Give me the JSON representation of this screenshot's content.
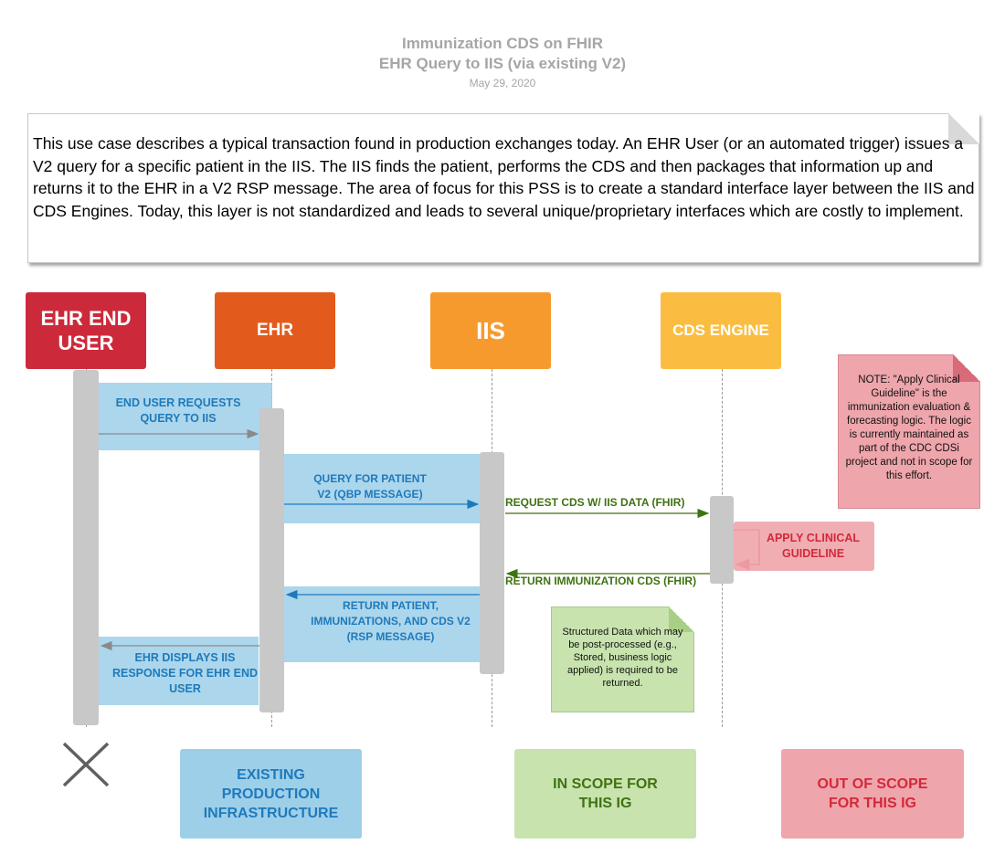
{
  "header": {
    "title": "Immunization CDS on FHIR",
    "subtitle": "EHR Query to IIS (via existing V2)",
    "date": "May 29, 2020"
  },
  "intro": {
    "text": "This use case describes a typical transaction found in production exchanges today. An EHR User (or an automated trigger) issues a V2 query for a specific patient in the IIS.  The IIS finds the patient, performs the CDS and then packages that information up and returns it to the EHR in a V2 RSP message.  The area of focus for this PSS is to create a standard interface layer between the IIS and CDS Engines. Today, this layer is not standardized and leads to several unique/proprietary interfaces which are costly to implement."
  },
  "actors": {
    "ehr_end_user": {
      "label": "EHR END USER",
      "color": "#cc2a3b"
    },
    "ehr": {
      "label": "EHR",
      "color": "#e35b1c"
    },
    "iis": {
      "label": "IIS",
      "color": "#f79a2e"
    },
    "cds_engine": {
      "label": "CDS ENGINE",
      "color": "#fbbd41"
    }
  },
  "messages": {
    "m1": "END USER REQUESTS QUERY TO IIS",
    "m2": "QUERY FOR PATIENT V2 (QBP MESSAGE)",
    "m3": "REQUEST CDS  W/ IIS DATA (FHIR)",
    "m4": "APPLY CLINICAL GUIDELINE",
    "m5": "RETURN IMMUNIZATION CDS (FHIR)",
    "m6": "RETURN PATIENT, IMMUNIZATIONS, AND CDS V2 (RSP MESSAGE)",
    "m7": "EHR DISPLAYS IIS RESPONSE FOR EHR END USER"
  },
  "notes": {
    "red_note": "NOTE: \"Apply Clinical Guideline\" is the immunization evaluation & forecasting logic. The logic is currently maintained as part of the CDC CDSi project and not in scope for this effort.",
    "green_note": "Structured Data which may be post-processed (e.g., Stored, business logic applied) is required to be returned."
  },
  "legend": {
    "existing": "EXISTING PRODUCTION INFRASTRUCTURE",
    "in_scope": "IN SCOPE FOR  THIS IG",
    "out_scope": "OUT OF SCOPE FOR THIS IG"
  },
  "colors": {
    "blue_box": "#9ecfe9",
    "blue_text": "#1e7abc",
    "green_text": "#3f7212",
    "red_text": "#d4283a",
    "green_box": "#c8e3ae",
    "red_box": "#eea5ab"
  }
}
